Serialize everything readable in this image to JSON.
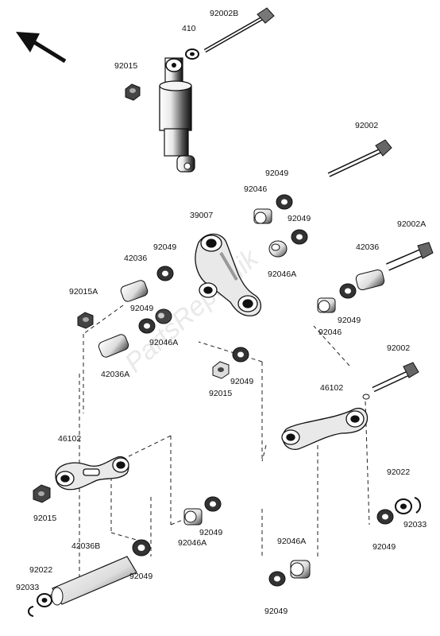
{
  "watermark": "PartsRepublik",
  "direction_arrow": {
    "icon": "front-arrow-icon"
  },
  "parts": [
    {
      "id": "bolt-top",
      "label": "92002B"
    },
    {
      "id": "washer-top",
      "label": "410"
    },
    {
      "id": "nut-shock",
      "label": "92015"
    },
    {
      "id": "bolt-right-1",
      "label": "92002"
    },
    {
      "id": "seal-upper-1",
      "label": "92049"
    },
    {
      "id": "bushing-upper",
      "label": "92046"
    },
    {
      "id": "seal-upper-2",
      "label": "92049"
    },
    {
      "id": "rocker-arm",
      "label": "39007"
    },
    {
      "id": "bolt-right-2",
      "label": "92002A"
    },
    {
      "id": "seal-rocker-left",
      "label": "92049"
    },
    {
      "id": "sleeve-left",
      "label": "42036"
    },
    {
      "id": "bushing-rocker",
      "label": "92046A"
    },
    {
      "id": "sleeve-right",
      "label": "42036"
    },
    {
      "id": "nut-left",
      "label": "92015A"
    },
    {
      "id": "seal-mid-left",
      "label": "92049"
    },
    {
      "id": "bushing-mid-left",
      "label": "92046A"
    },
    {
      "id": "seal-right-mid",
      "label": "92049"
    },
    {
      "id": "bushing-right-mid",
      "label": "92046"
    },
    {
      "id": "sleeve-mid-left",
      "label": "42036A"
    },
    {
      "id": "seal-center",
      "label": "92049"
    },
    {
      "id": "nut-center",
      "label": "92015"
    },
    {
      "id": "bolt-right-3",
      "label": "92002"
    },
    {
      "id": "tie-rod-right",
      "label": "46102"
    },
    {
      "id": "tie-rod-left",
      "label": "46102"
    },
    {
      "id": "washer-right-low",
      "label": "92022"
    },
    {
      "id": "nut-low-left",
      "label": "92015"
    },
    {
      "id": "seal-right-low",
      "label": "92049"
    },
    {
      "id": "clip-right-low",
      "label": "92033"
    },
    {
      "id": "seal-low-center",
      "label": "92049"
    },
    {
      "id": "bushing-low-center",
      "label": "92046A"
    },
    {
      "id": "shaft-low",
      "label": "42036B"
    },
    {
      "id": "washer-low-left",
      "label": "92022"
    },
    {
      "id": "bushing-bottom",
      "label": "92046A"
    },
    {
      "id": "clip-low-left",
      "label": "92033"
    },
    {
      "id": "seal-low-mid",
      "label": "92049"
    },
    {
      "id": "seal-bottom",
      "label": "92049"
    }
  ]
}
